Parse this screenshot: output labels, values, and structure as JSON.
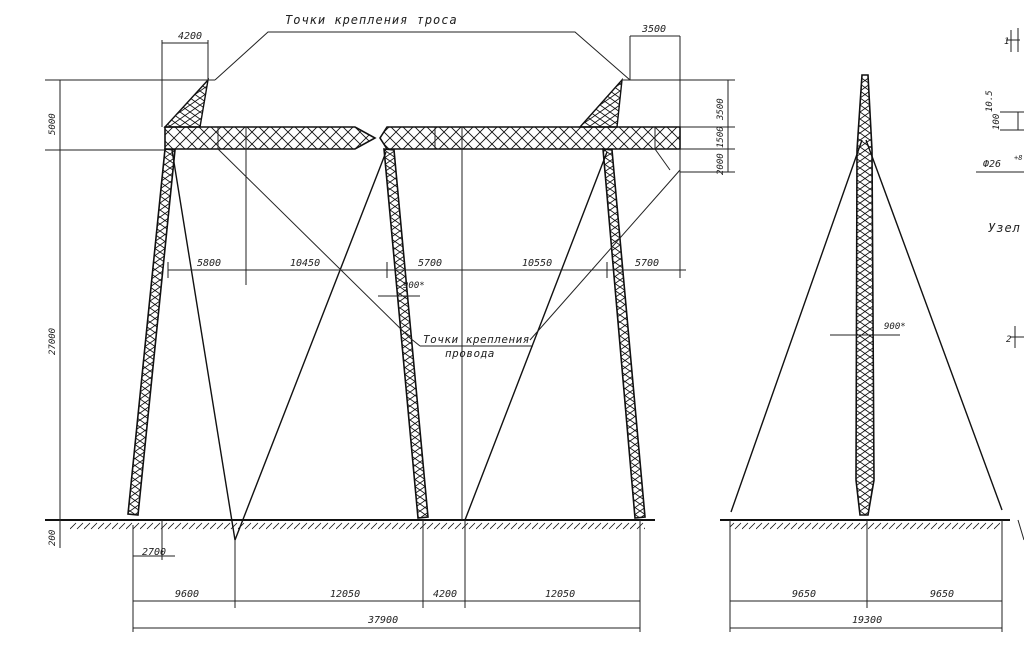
{
  "labels": {
    "cable_points": "Точки крепления троса",
    "wire_points_1": "Точки крепления",
    "wire_points_2": "провода",
    "node": "Узел"
  },
  "dims": {
    "d4200_top": "4200",
    "d3500_top": "3500",
    "d5000": "5000",
    "d27000": "27000",
    "d3500_v": "3500",
    "d1500_v": "1500",
    "d2000_v": "2000",
    "d5800": "5800",
    "d10450": "10450",
    "d5700_a": "5700",
    "d10550": "10550",
    "d5700_b": "5700",
    "d900_front": "900*",
    "d900_side": "900*",
    "d200": "200",
    "d2700": "2700",
    "d9600": "9600",
    "d12050_a": "12050",
    "d4200_bot": "4200",
    "d12050_b": "12050",
    "d37900": "37900",
    "d9650_a": "9650",
    "d9650_b": "9650",
    "d19300": "19300",
    "r_105": "10.5",
    "r_100": "100",
    "r_phi": "Ф26",
    "r_sup": "+8",
    "r_1": "1",
    "r_2": "2"
  }
}
